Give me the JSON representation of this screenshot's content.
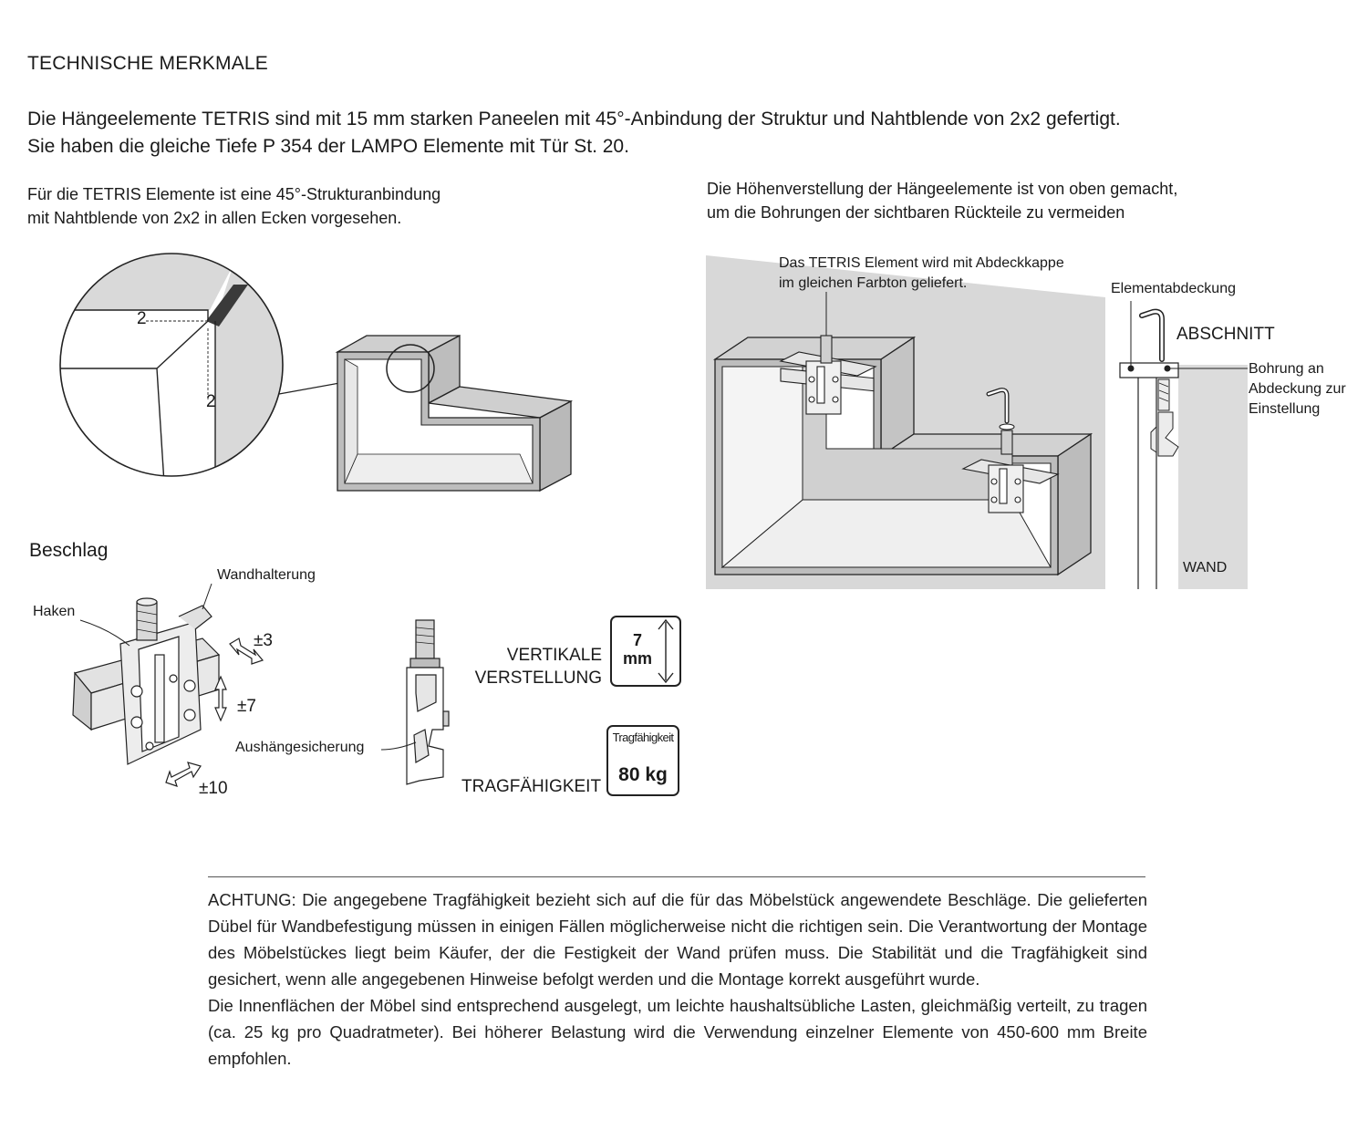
{
  "heading": "TECHNISCHE MERKMALE",
  "intro": {
    "line1": "Die Hängeelemente TETRIS sind mit 15 mm starken Paneelen mit 45°-Anbindung der Struktur und Nahtblende von 2x2 gefertigt.",
    "line2": "Sie haben die gleiche Tiefe P 354 der LAMPO Elemente mit Tür St. 20."
  },
  "left_caption": {
    "line1": "Für die TETRIS Elemente ist eine 45°-Strukturanbindung",
    "line2": "mit Nahtblende von 2x2 in allen Ecken vorgesehen."
  },
  "right_caption": {
    "line1": "Die Höhenverstellung der Hängeelemente ist von oben gemacht,",
    "line2": "um die Bohrungen der sichtbaren Rückteile zu vermeiden"
  },
  "detail_labels": {
    "dim1": "2",
    "dim2": "2"
  },
  "cabinet_labels": {
    "cap_note_line1": "Das TETRIS Element wird mit Abdeckkappe",
    "cap_note_line2": "im gleichen Farbton geliefert.",
    "elementabdeckung": "Elementabdeckung",
    "abschnitt": "ABSCHNITT",
    "bohrung_line1": "Bohrung an",
    "bohrung_line2": "Abdeckung zur",
    "bohrung_line3": "Einstellung",
    "wand": "WAND"
  },
  "hardware": {
    "title": "Beschlag",
    "wandhalterung": "Wandhalterung",
    "haken": "Haken",
    "adj_depth": "±3",
    "adj_vertical": "±7",
    "adj_lateral": "±10",
    "aushaengesicherung": "Aushängesicherung",
    "vertikale_line1": "VERTIKALE",
    "vertikale_line2": "VERSTELLUNG",
    "vert_value": "7",
    "vert_unit": "mm",
    "tragfaehigkeit": "TRAGFÄHIGKEIT",
    "load_label": "Tragfähigkeit",
    "load_value": "80 kg"
  },
  "notice": {
    "paragraph1": "ACHTUNG: Die angegebene Tragfähigkeit bezieht sich auf die für das Möbelstück angewendete Beschläge. Die gelieferten Dübel für Wandbefestigung müssen in einigen Fällen möglicherweise nicht die richtigen sein. Die Verantwortung der Montage des Möbelstückes liegt beim Käufer, der die Festigkeit der Wand prüfen muss. Die Stabilität und die Tragfähigkeit sind gesichert, wenn alle angegebenen Hinweise befolgt werden und die Montage korrekt ausgeführt wurde.",
    "paragraph2": "Die Innenflächen der Möbel sind entsprechend ausgelegt, um leichte haushaltsübliche Lasten, gleichmäßig verteilt, zu tragen (ca. 25 kg pro Quadratmeter). Bei höherer Belastung wird die Verwendung einzelner Elemente von 450-600 mm Breite empfohlen."
  }
}
